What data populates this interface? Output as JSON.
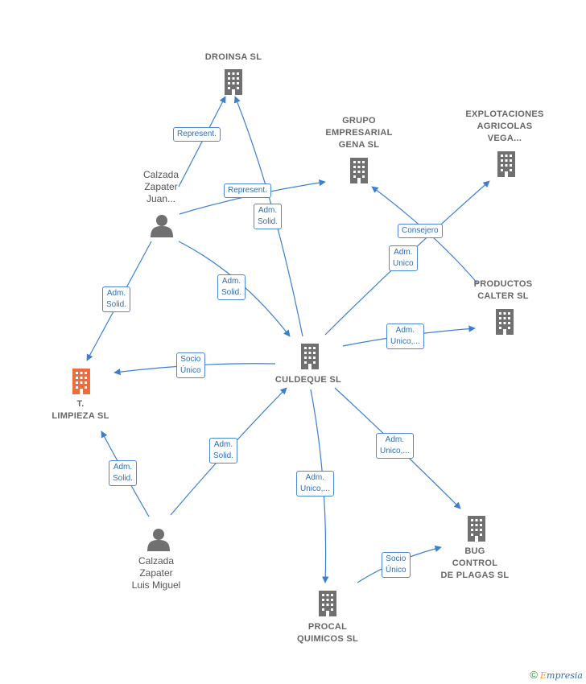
{
  "nodes": {
    "droinsa": "DROINSA  SL",
    "grupo": "GRUPO\nEMPRESARIAL\nGENA SL",
    "explotaciones": "EXPLOTACIONES\nAGRICOLAS\nVEGA...",
    "productos": "PRODUCTOS\nCALTER SL",
    "limpieza": "T.\nLIMPIEZA  SL",
    "culdeque": "CULDEQUE  SL",
    "bug": "BUG\nCONTROL\nDE PLAGAS  SL",
    "procal": "PROCAL\nQUIMICOS SL"
  },
  "persons": {
    "juan": "Calzada\nZapater\nJuan...",
    "luis": "Calzada\nZapater\nLuis Miguel"
  },
  "edges": {
    "e1": "Represent.",
    "e2": "Represent.",
    "e3": "Adm.\nSolid.",
    "e4": "Consejero",
    "e5": "Adm.\nUnico",
    "e6": "Adm.\nSolid.",
    "e7": "Adm.\nSolid.",
    "e8": "Adm.\nUnico,...",
    "e9": "Socio\nÚnico",
    "e10": "Adm.\nSolid.",
    "e11": "Adm.\nSolid.",
    "e12": "Adm.\nUnico,...",
    "e13": "Adm.\nUnico,...",
    "e14": "Socio\nÚnico"
  },
  "colors": {
    "edge": "#3b7fd0",
    "building": "#707070",
    "building_highlight": "#f26b3a",
    "person": "#707070"
  },
  "icons": [
    "building-icon",
    "person-icon",
    "copyright-icon"
  ],
  "footer": {
    "symbol": "©",
    "brand_first": "E",
    "brand_rest": "mpresia"
  }
}
